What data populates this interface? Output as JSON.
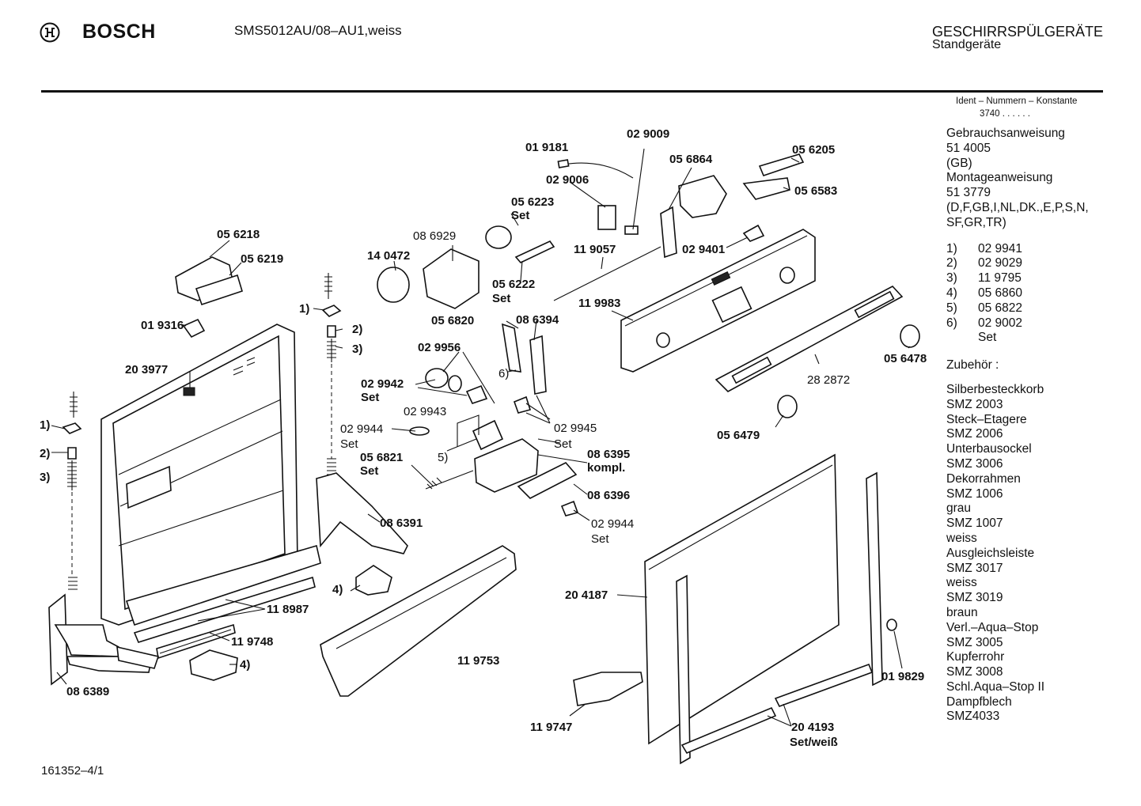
{
  "header": {
    "brand": "BOSCH",
    "model": "SMS5012AU/08–AU1,weiss",
    "category": "GESCHIRRSPÜLGERÄTE",
    "subcategory": "Standgeräte"
  },
  "ident": {
    "title": "Ident – Nummern – Konstante",
    "value": "3740 . . . . . ."
  },
  "sidebar": {
    "manual_title": "Gebrauchsanweisung",
    "manual_number": "51 4005",
    "manual_lang": "(GB)",
    "mounting_title": "Montageanweisung",
    "mounting_number": "51 3779",
    "mounting_langs_1": "(D,F,GB,I,NL,DK.,E,P,S,N,",
    "mounting_langs_2": "SF,GR,TR)",
    "refs": [
      {
        "n": "1)",
        "part": "02 9941"
      },
      {
        "n": "2)",
        "part": "02 9029"
      },
      {
        "n": "3)",
        "part": "11 9795"
      },
      {
        "n": "4)",
        "part": "05 6860"
      },
      {
        "n": "5)",
        "part": "05 6822"
      },
      {
        "n": "6)",
        "part": "02 9002"
      },
      {
        "n": "",
        "part": "Set"
      }
    ],
    "accessories_title": "Zubehör :",
    "accessories": [
      "Silberbesteckkorb",
      "SMZ 2003",
      "Steck–Etagere",
      "SMZ 2006",
      "Unterbausockel",
      "SMZ 3006",
      "Dekorrahmen",
      "SMZ 1006",
      "grau",
      "SMZ 1007",
      "weiss",
      "Ausgleichsleiste",
      "SMZ 3017",
      "weiss",
      "SMZ 3019",
      "braun",
      "Verl.–Aqua–Stop",
      "SMZ 3005",
      "Kupferrohr",
      "SMZ 3008",
      "Schl.Aqua–Stop II",
      "Dampfblech",
      "SMZ4033"
    ]
  },
  "footer": "161352–4/1",
  "labels": {
    "p019181": "01 9181",
    "p029009": "02 9009",
    "p029006": "02 9006",
    "p056864": "05 6864",
    "p056205": "05 6205",
    "p056583": "05 6583",
    "p056223": "05 6223",
    "set": "Set",
    "p086929": "08 6929",
    "p056218": "05 6218",
    "p056219": "05 6219",
    "p140472": "14 0472",
    "p056222": "05 6222",
    "p119057": "11 9057",
    "p029401": "02 9401",
    "p119983": "11 9983",
    "r1": "1)",
    "r2": "2)",
    "r3": "3)",
    "r4": "4)",
    "r5": "5)",
    "r6": "6)",
    "p019316": "01 9316",
    "p056820": "05 6820",
    "p086394": "08 6394",
    "p029956": "02 9956",
    "p203977": "20 3977",
    "p029942": "02 9942",
    "p056478": "05 6478",
    "p282872": "28 2872",
    "p029943": "02 9943",
    "p029945": "02 9945",
    "p029944": "02 9944",
    "p056821": "05 6821",
    "p086395": "08 6395",
    "kompl": "kompl.",
    "p056479": "05 6479",
    "p086396": "08 6396",
    "p086391": "08 6391",
    "p118987": "11 8987",
    "p204187": "20 4187",
    "p119748": "11 9748",
    "p119753": "11 9753",
    "p019829": "01 9829",
    "p086389": "08 6389",
    "p119747": "11 9747",
    "p204193": "20 4193",
    "setweiss": "Set/weiß"
  }
}
